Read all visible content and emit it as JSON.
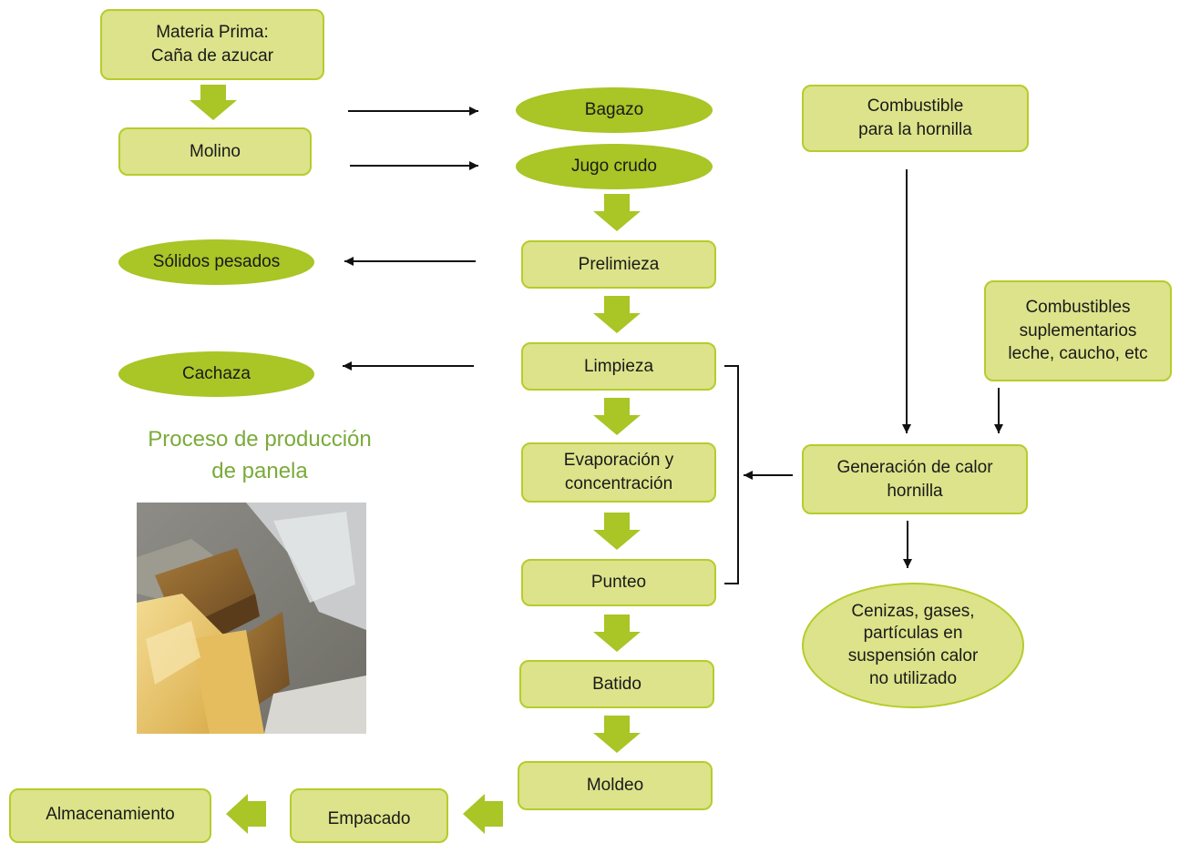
{
  "diagram": {
    "nodes": {
      "materia_prima": "Materia Prima:\nCaña de azucar",
      "molino": "Molino",
      "bagazo": "Bagazo",
      "jugo_crudo": "Jugo crudo",
      "prelimpieza": "Prelimieza",
      "limpieza": "Limpieza",
      "evaporacion": "Evaporación y\nconcentración",
      "punteo": "Punteo",
      "batido": "Batido",
      "moldeo": "Moldeo",
      "empacado": "Empacado",
      "almacenamiento": "Almacenamiento",
      "solidos_pesados": "Sólidos pesados",
      "cachaza": "Cachaza",
      "combustible": "Combustible\npara la hornilla",
      "combustibles_suplementarios": "Combustibles\nsuplementarios\nleche, caucho, etc",
      "generacion_calor": "Generación de calor\nhornilla",
      "cenizas": "Cenizas, gases,\npartículas en\nsuspensión calor\nno utilizado"
    },
    "caption": "Proceso de producción\nde panela"
  },
  "colors": {
    "box_fill": "#dce38a",
    "box_border": "#b6cc2c",
    "ellipse_fill": "#a9c526",
    "block_arrow": "#a9c526",
    "caption": "#7aab3a",
    "line": "#111111"
  }
}
